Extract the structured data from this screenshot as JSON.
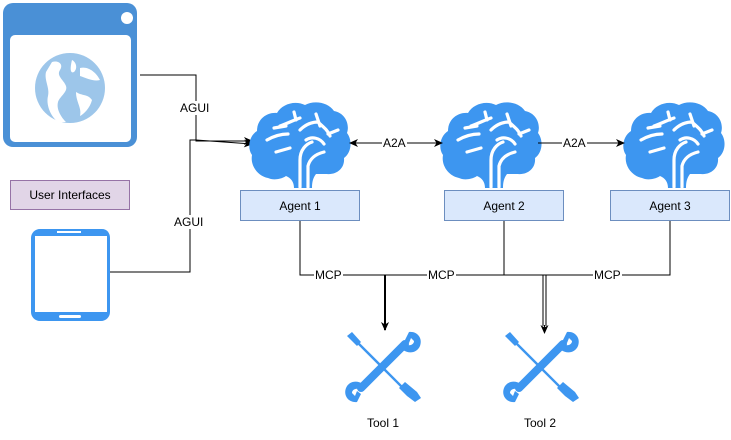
{
  "diagram": {
    "user_interfaces": {
      "label": "User Interfaces",
      "items": [
        {
          "icon": "browser-globe-icon"
        },
        {
          "icon": "mobile-phone-icon"
        }
      ]
    },
    "agents": [
      {
        "label": "Agent 1",
        "icon": "brain-icon"
      },
      {
        "label": "Agent 2",
        "icon": "brain-icon"
      },
      {
        "label": "Agent 3",
        "icon": "brain-icon"
      }
    ],
    "tools": [
      {
        "label": "Tool 1",
        "icon": "tools-icon"
      },
      {
        "label": "Tool 2",
        "icon": "tools-icon"
      }
    ],
    "edges": {
      "agui_browser": "AGUI",
      "agui_phone": "AGUI",
      "a2a_1_2": "A2A",
      "a2a_2_3": "A2A",
      "mcp_agent1": "MCP",
      "mcp_agent2": "MCP",
      "mcp_agent3": "MCP"
    },
    "colors": {
      "icon_blue": "#3d96f0",
      "browser_blue": "#4a90d6",
      "globe_blue": "#9dc6ea",
      "agent_fill": "#dae8fc",
      "agent_border": "#6c8ebf",
      "ui_fill": "#e1d5e7",
      "ui_border": "#9673a6"
    }
  }
}
